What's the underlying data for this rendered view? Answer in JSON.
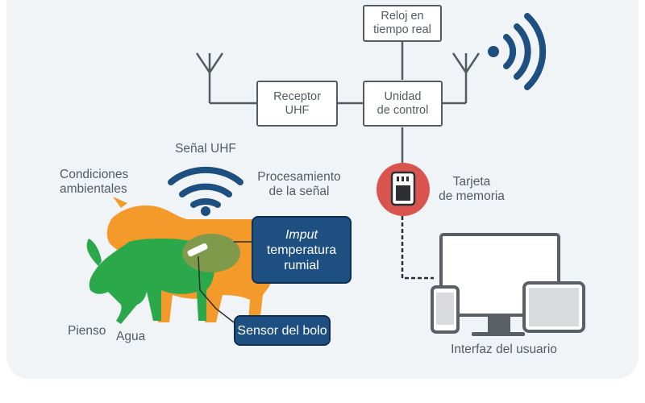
{
  "labels": {
    "reloj": "Reloj en\ntiempo real",
    "receptor": "Receptor\nUHF",
    "unidad": "Unidad\nde control",
    "senal_uhf": "Señal UHF",
    "condiciones": "Condiciones\nambientales",
    "procesamiento": "Procesamiento\nde la señal",
    "tarjeta": "Tarjeta\nde memoria",
    "imput_italic": "Imput",
    "imput_rest": "temperatura\nrumial",
    "sensor": "Sensor del bolo",
    "pienso": "Pienso",
    "agua": "Agua",
    "interfaz": "Interfaz del usuario"
  },
  "caption": {
    "prefix": "",
    "text": ""
  },
  "colors": {
    "panel_bg": "#f1f4f7",
    "box_border": "#555b61",
    "wifi_blue": "#1d4f80",
    "memory_red": "#d9534f",
    "cow_orange": "#f39a2b",
    "goat_green": "#2aa84a",
    "rumen_olive": "#7f9a4a",
    "device_gray": "#5a5f66"
  },
  "icons": [
    "antenna-icon",
    "wifi-signal-icon",
    "memory-card-icon",
    "monitor-icon",
    "tablet-icon",
    "phone-icon"
  ]
}
